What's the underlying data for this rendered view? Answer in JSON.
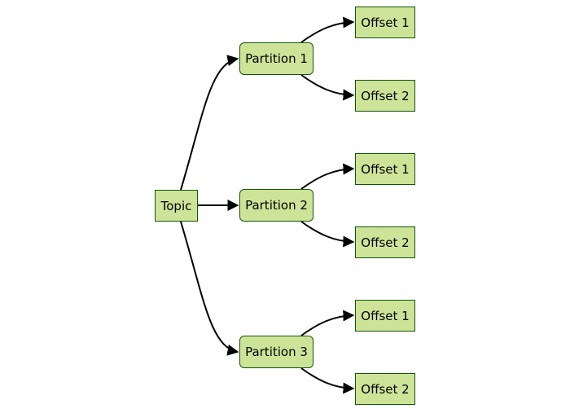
{
  "colors": {
    "node_fill": "#cde498",
    "node_border": "#13540c",
    "edge": "#000000"
  },
  "nodes": {
    "topic": "Topic",
    "partition1": "Partition 1",
    "partition2": "Partition 2",
    "partition3": "Partition 3",
    "p1_offset1": "Offset 1",
    "p1_offset2": "Offset 2",
    "p2_offset1": "Offset 1",
    "p2_offset2": "Offset 2",
    "p3_offset1": "Offset 1",
    "p3_offset2": "Offset 2"
  },
  "edges": [
    {
      "from": "topic",
      "to": "partition1"
    },
    {
      "from": "topic",
      "to": "partition2"
    },
    {
      "from": "topic",
      "to": "partition3"
    },
    {
      "from": "partition1",
      "to": "p1_offset1"
    },
    {
      "from": "partition1",
      "to": "p1_offset2"
    },
    {
      "from": "partition2",
      "to": "p2_offset1"
    },
    {
      "from": "partition2",
      "to": "p2_offset2"
    },
    {
      "from": "partition3",
      "to": "p3_offset1"
    },
    {
      "from": "partition3",
      "to": "p3_offset2"
    }
  ]
}
